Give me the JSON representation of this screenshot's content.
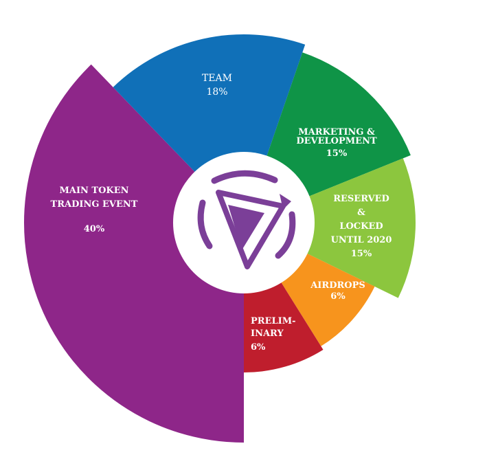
{
  "chart_data": {
    "type": "pie",
    "variant": "polar-area",
    "slices": [
      {
        "label_lines": [
          "MAIN TOKEN",
          "TRADING EVENT",
          "40%"
        ],
        "value": 40,
        "color": "#8e2689"
      },
      {
        "label_lines": [
          "TEAM",
          "18%"
        ],
        "value": 18,
        "color": "#1070b8"
      },
      {
        "label_lines": [
          "MARKETING &",
          "DEVELOPMENT",
          "15%"
        ],
        "value": 15,
        "color": "#0f9447"
      },
      {
        "label_lines": [
          "RESERVED",
          "&",
          "LOCKED",
          "UNTIL 2020",
          "15%"
        ],
        "value": 15,
        "color": "#8cc63e"
      },
      {
        "label_lines": [
          "AIRDROPS",
          "6%"
        ],
        "value": 6,
        "color": "#f7941d"
      },
      {
        "label_lines": [
          "PRELIM-",
          "INARY",
          "6%"
        ],
        "value": 6,
        "color": "#bf1e2d"
      }
    ],
    "legend": "none",
    "grid": false
  },
  "center_logo": {
    "icon": "play-triangle-logo-icon",
    "color": "#7b3f98"
  }
}
